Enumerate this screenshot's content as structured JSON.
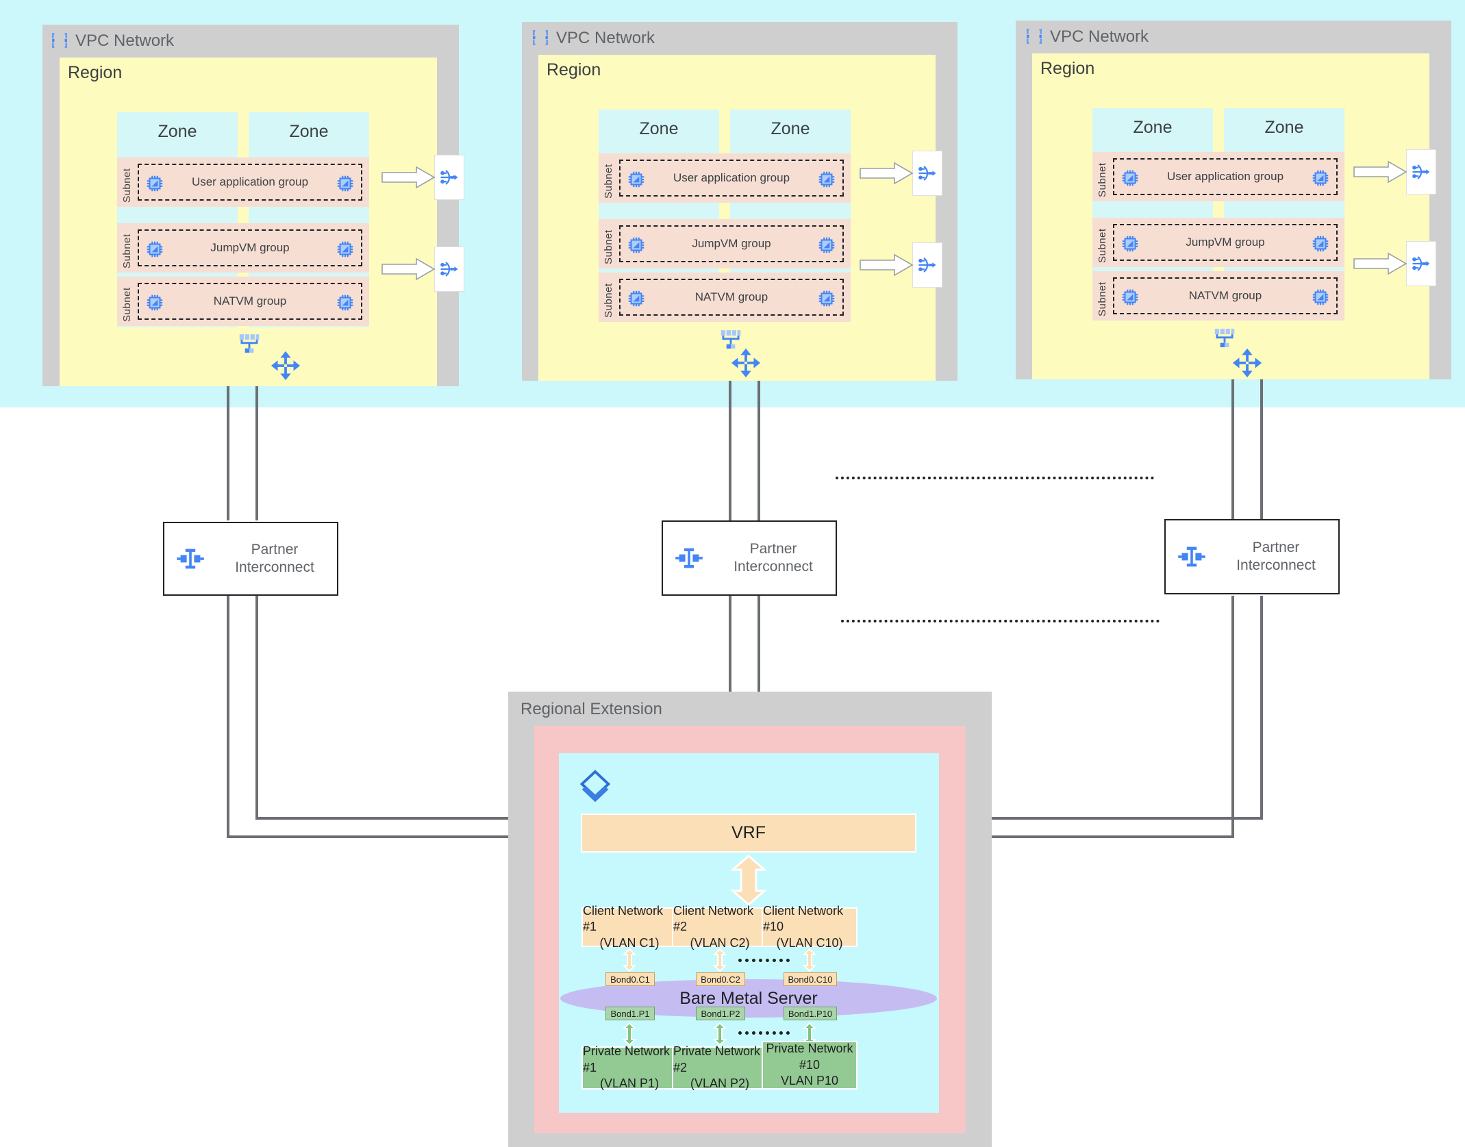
{
  "vpcs": [
    {
      "title": "VPC Network",
      "icon": "vpc-network-icon",
      "region_label": "Region",
      "zones": [
        "Zone",
        "Zone"
      ],
      "subnets": [
        {
          "label": "Subnet",
          "group": "User application group",
          "has_nat": true
        },
        {
          "label": "Subnet",
          "group": "JumpVM group",
          "has_nat": false
        },
        {
          "label": "Subnet",
          "group": "NATVM group",
          "has_nat": true
        }
      ],
      "firewall_icon": "firewall-icon",
      "router_icon": "cloud-router-icon",
      "nat_icon": "cloud-nat-icon"
    },
    {
      "title": "VPC Network",
      "icon": "vpc-network-icon",
      "region_label": "Region",
      "zones": [
        "Zone",
        "Zone"
      ],
      "subnets": [
        {
          "label": "Subnet",
          "group": "User application group",
          "has_nat": true
        },
        {
          "label": "Subnet",
          "group": "JumpVM group",
          "has_nat": false
        },
        {
          "label": "Subnet",
          "group": "NATVM group",
          "has_nat": true
        }
      ],
      "firewall_icon": "firewall-icon",
      "router_icon": "cloud-router-icon",
      "nat_icon": "cloud-nat-icon"
    },
    {
      "title": "VPC Network",
      "icon": "vpc-network-icon",
      "region_label": "Region",
      "zones": [
        "Zone",
        "Zone"
      ],
      "subnets": [
        {
          "label": "Subnet",
          "group": "User application group",
          "has_nat": true
        },
        {
          "label": "Subnet",
          "group": "JumpVM group",
          "has_nat": false
        },
        {
          "label": "Subnet",
          "group": "NATVM group",
          "has_nat": true
        }
      ],
      "firewall_icon": "firewall-icon",
      "router_icon": "cloud-router-icon",
      "nat_icon": "cloud-nat-icon"
    }
  ],
  "partner_interconnects": [
    {
      "line1": "Partner",
      "line2": "Interconnect",
      "icon": "interconnect-icon"
    },
    {
      "line1": "Partner",
      "line2": "Interconnect",
      "icon": "interconnect-icon"
    },
    {
      "line1": "Partner",
      "line2": "Interconnect",
      "icon": "interconnect-icon"
    }
  ],
  "regional_extension": {
    "title": "Regional Extension",
    "stack_icon": "layers-icon",
    "vrf": "VRF",
    "bare_metal_server": "Bare Metal Server",
    "client_networks": [
      {
        "line1": "Client Network #1",
        "line2": "(VLAN C1)"
      },
      {
        "line1": "Client Network #2",
        "line2": "(VLAN C2)"
      },
      {
        "line1": "Client Network #10",
        "line2": "(VLAN C10)"
      }
    ],
    "client_bonds": [
      "Bond0.C1",
      "Bond0.C2",
      "Bond0.C10"
    ],
    "private_bonds": [
      "Bond1.P1",
      "Bond1.P2",
      "Bond1.P10"
    ],
    "private_networks": [
      {
        "line1": "Private Network #1",
        "line2": "(VLAN P1)",
        "line3": ""
      },
      {
        "line1": "Private Network #2",
        "line2": "(VLAN P2)",
        "line3": ""
      },
      {
        "line1": "Private Network",
        "line2": "#10",
        "line3": "VLAN P10"
      }
    ]
  },
  "colors": {
    "cyan_band": "#ccf7fb",
    "vpc_grey": "#cfcfcf",
    "region_yellow": "#fdfbbe",
    "zone_cyan": "#d6f7f7",
    "subnet_peach": "#f6ded3",
    "vrf_orange": "#fbdfb6",
    "private_green": "#93ca93",
    "bms_purple": "#c5bdf2",
    "ext_pink": "#f7c7c7",
    "ext_cyan": "#c6f9fd",
    "line_grey": "#6b6f73",
    "accent_blue": "#4285f4"
  }
}
